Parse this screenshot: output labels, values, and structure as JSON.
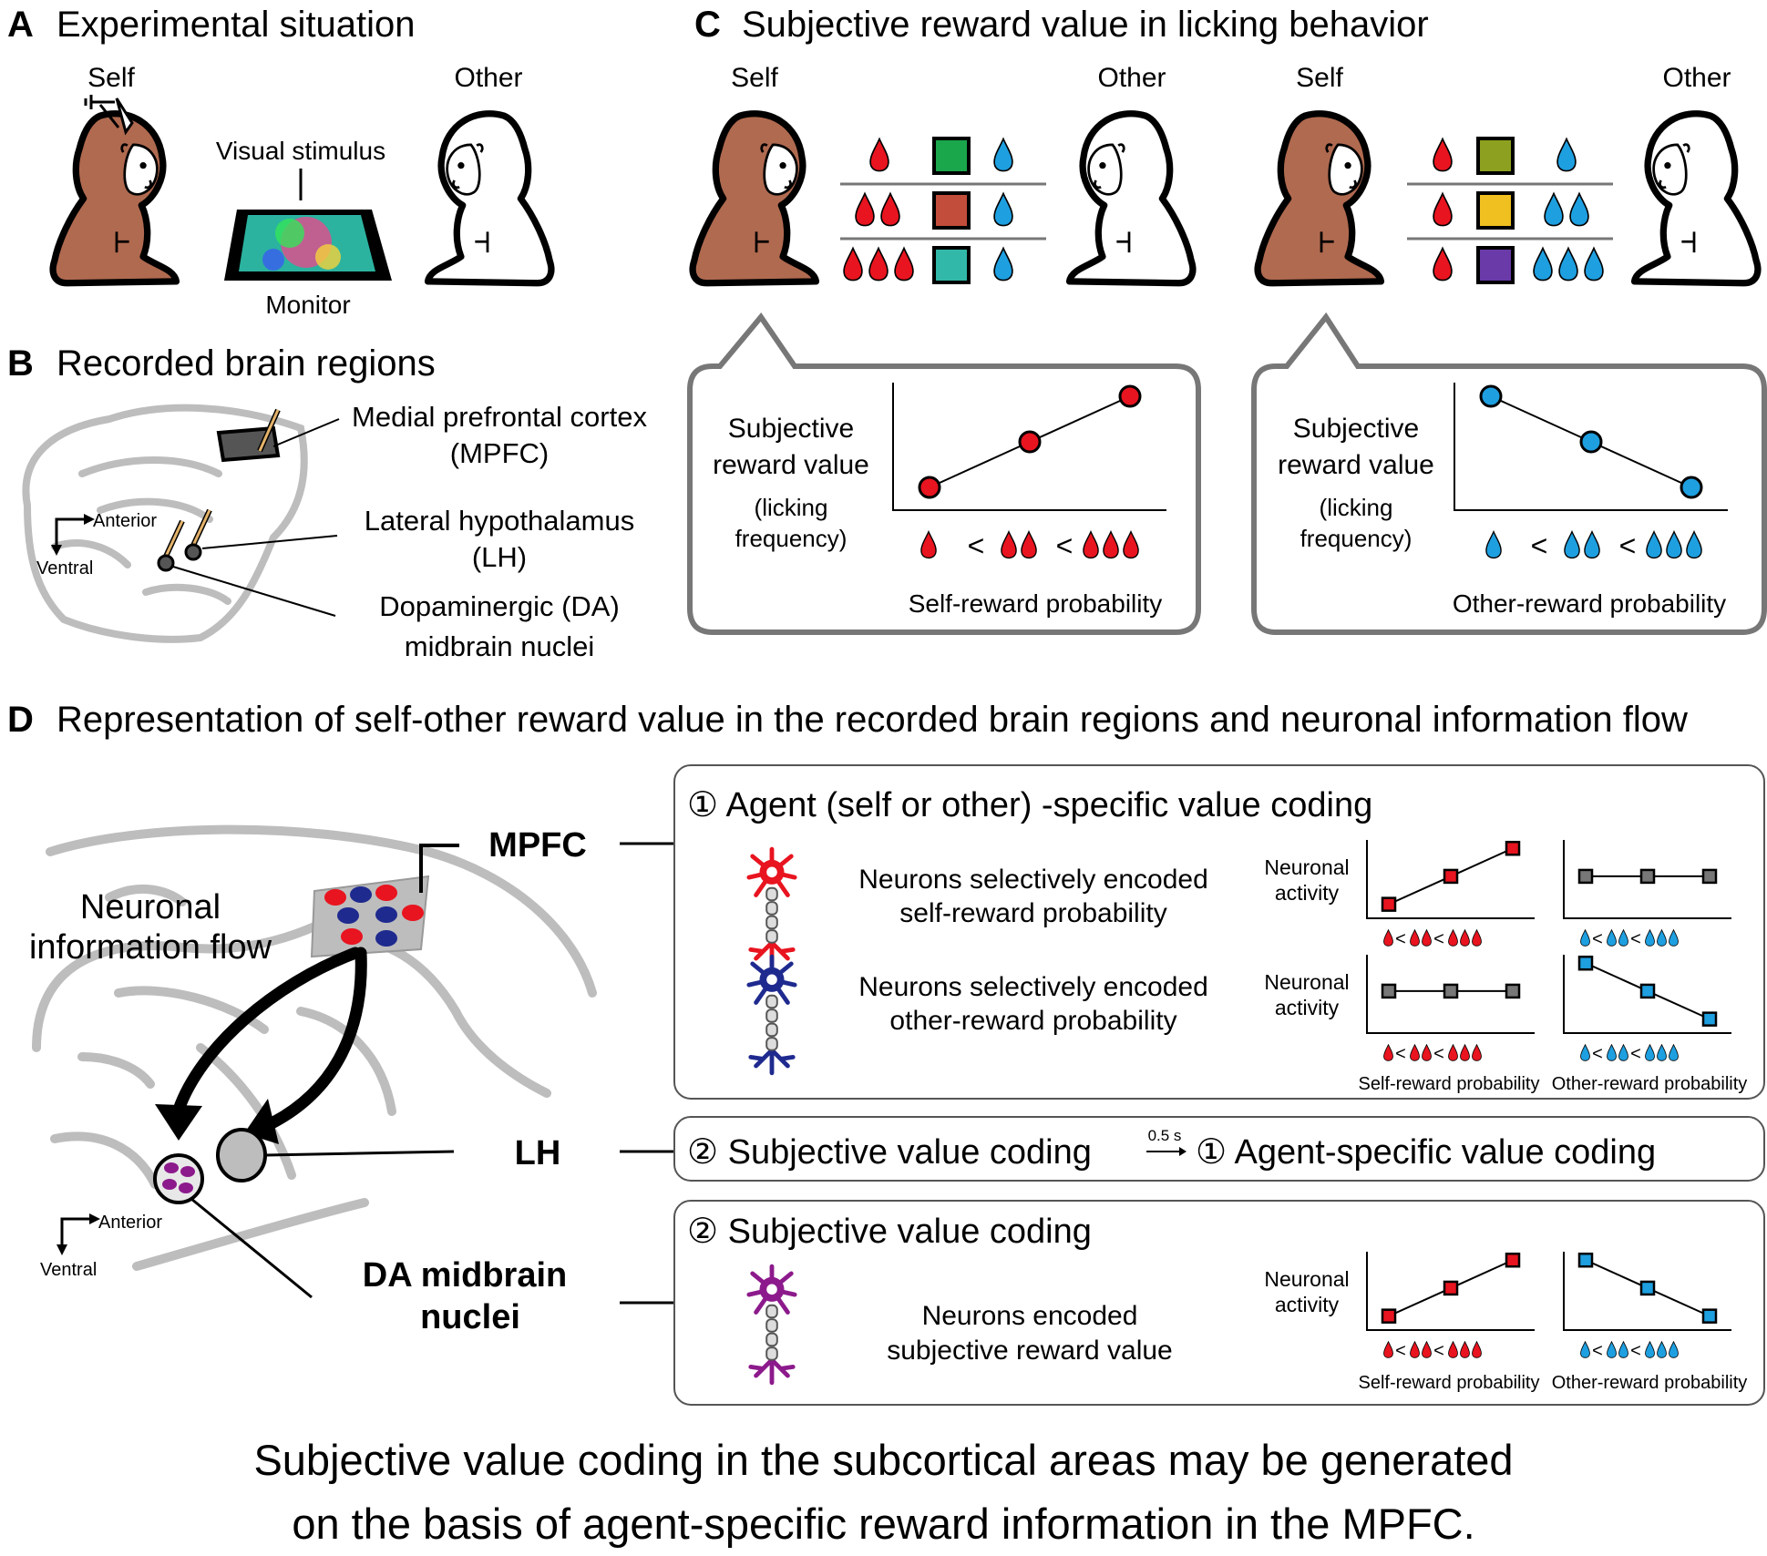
{
  "panelA": {
    "letter": "A",
    "title": "Experimental situation",
    "self": "Self",
    "other": "Other",
    "stimulus": "Visual stimulus",
    "monitor": "Monitor"
  },
  "panelB": {
    "letter": "B",
    "title": "Recorded brain regions",
    "mpfc1": "Medial prefrontal cortex",
    "mpfc2": "(MPFC)",
    "lh1": "Lateral hypothalamus",
    "lh2": "(LH)",
    "da1": "Dopaminergic (DA)",
    "da2": "midbrain nuclei",
    "anterior": "Anterior",
    "ventral": "Ventral"
  },
  "panelC": {
    "letter": "C",
    "title": "Subjective reward value in licking behavior",
    "self": "Self",
    "other": "Other",
    "y1": "Subjective",
    "y2": "reward value",
    "y3": "(licking",
    "y4": "frequency)",
    "xSelf": "Self-reward probability",
    "xOther": "Other-reward probability"
  },
  "panelD": {
    "letter": "D",
    "title": "Representation of self-other reward value in the recorded brain regions and neuronal information flow",
    "flow1": "Neuronal",
    "flow2": "information flow",
    "mpfc": "MPFC",
    "lh": "LH",
    "da1": "DA midbrain",
    "da2": "nuclei",
    "anterior": "Anterior",
    "ventral": "Ventral",
    "box1Title": "① Agent (self or other) -specific value coding",
    "selfN1": "Neurons selectively encoded",
    "selfN2": "self-reward probability",
    "otherN1": "Neurons selectively encoded",
    "otherN2": "other-reward probability",
    "na1": "Neuronal",
    "na2": "activity",
    "xSelf": "Self-reward probability",
    "xOther": "Other-reward probability",
    "box2a": "② Subjective value coding",
    "box2t": "0.5 s",
    "box2b": "① Agent-specific value coding",
    "box3Title": "② Subjective value coding",
    "subjN1": "Neurons encoded",
    "subjN2": "subjective reward value"
  },
  "colors": {
    "self": "#e8141f",
    "other": "#1e9fe0",
    "selfNeuron": "#e8141f",
    "otherNeuron": "#1f2a8f",
    "subjNeuron": "#8c1a8c",
    "monkey": "#b06a50",
    "brain": "#bdbdbd",
    "gray": "#7a7a7a"
  },
  "chart_data": [
    {
      "type": "line",
      "x": [
        1,
        2,
        3
      ],
      "y": [
        1,
        2,
        3
      ],
      "ylabel": "Subjective reward value (licking frequency)",
      "xlabel": "Self-reward probability"
    },
    {
      "type": "line",
      "x": [
        1,
        2,
        3
      ],
      "y": [
        3,
        2,
        1
      ],
      "ylabel": "Subjective reward value (licking frequency)",
      "xlabel": "Other-reward probability"
    },
    {
      "type": "line",
      "x": [
        1,
        2,
        3
      ],
      "y": [
        1,
        2,
        3
      ],
      "ylabel": "Neuronal activity",
      "xlabel": "Self-reward probability"
    },
    {
      "type": "line",
      "x": [
        1,
        2,
        3
      ],
      "y": [
        2,
        2,
        2
      ],
      "ylabel": "Neuronal activity",
      "xlabel": "Other-reward probability"
    },
    {
      "type": "line",
      "x": [
        1,
        2,
        3
      ],
      "y": [
        2,
        2,
        2
      ],
      "ylabel": "Neuronal activity",
      "xlabel": "Self-reward probability"
    },
    {
      "type": "line",
      "x": [
        1,
        2,
        3
      ],
      "y": [
        3,
        2,
        1
      ],
      "ylabel": "Neuronal activity",
      "xlabel": "Other-reward probability"
    },
    {
      "type": "line",
      "x": [
        1,
        2,
        3
      ],
      "y": [
        1,
        2,
        3
      ],
      "ylabel": "Neuronal activity",
      "xlabel": "Self-reward probability"
    },
    {
      "type": "line",
      "x": [
        1,
        2,
        3
      ],
      "y": [
        3,
        2,
        1
      ],
      "ylabel": "Neuronal activity",
      "xlabel": "Other-reward probability"
    }
  ],
  "conclusion": {
    "line1": "Subjective value coding in the subcortical areas may be generated",
    "line2": "on the basis of agent-specific reward information in the MPFC."
  }
}
